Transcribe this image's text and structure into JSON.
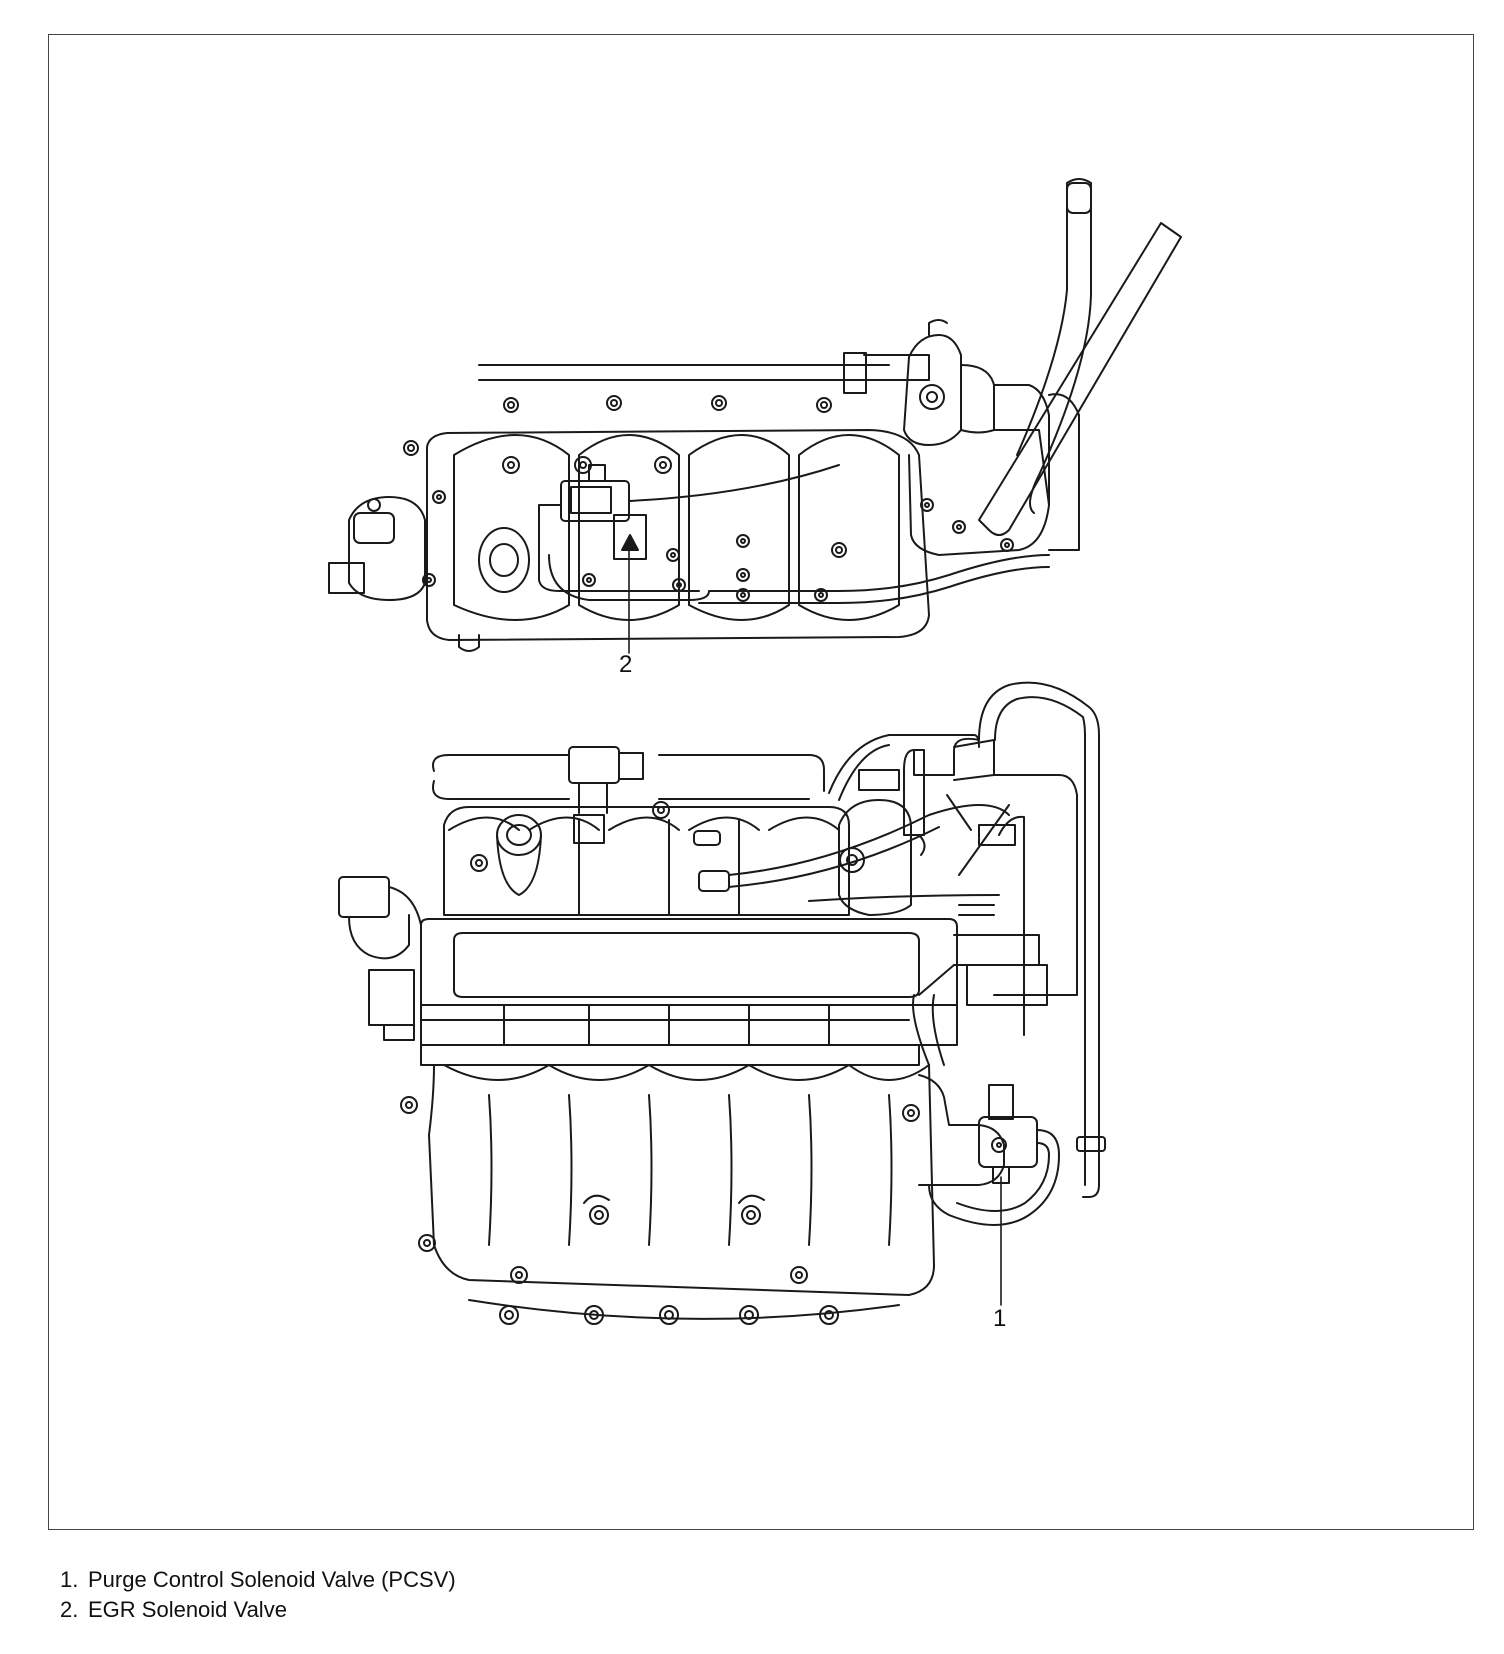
{
  "callouts": [
    {
      "number": "1",
      "target": "purge-control-solenoid-valve"
    },
    {
      "number": "2",
      "target": "egr-solenoid-valve"
    }
  ],
  "legend": [
    {
      "number": "1.",
      "label": "Purge Control Solenoid Valve (PCSV)"
    },
    {
      "number": "2.",
      "label": "EGR Solenoid Valve"
    }
  ],
  "colors": {
    "line": "#1a1a1a",
    "frame": "#444444",
    "background": "#ffffff"
  }
}
